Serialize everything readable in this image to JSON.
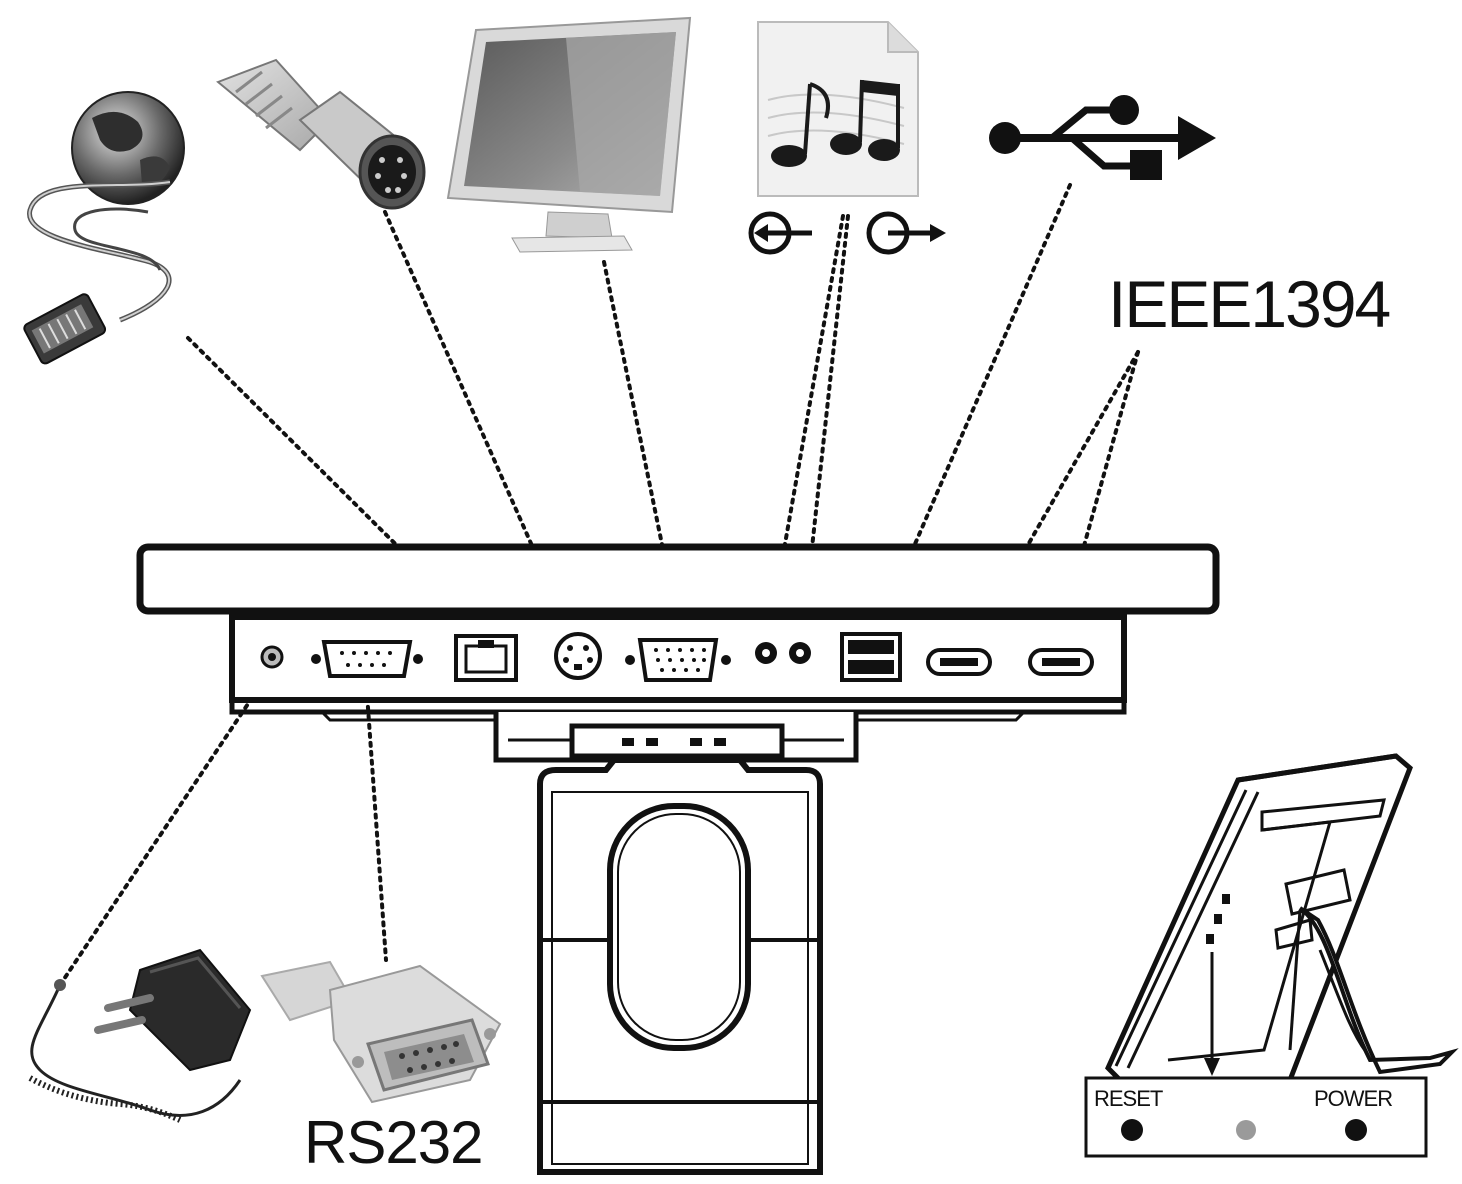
{
  "labels": {
    "ieee1394": "IEEE1394",
    "rs232": "RS232",
    "reset": "RESET",
    "power": "POWER"
  },
  "colors": {
    "ink": "#111111",
    "led_off": "#9a9a9a"
  }
}
